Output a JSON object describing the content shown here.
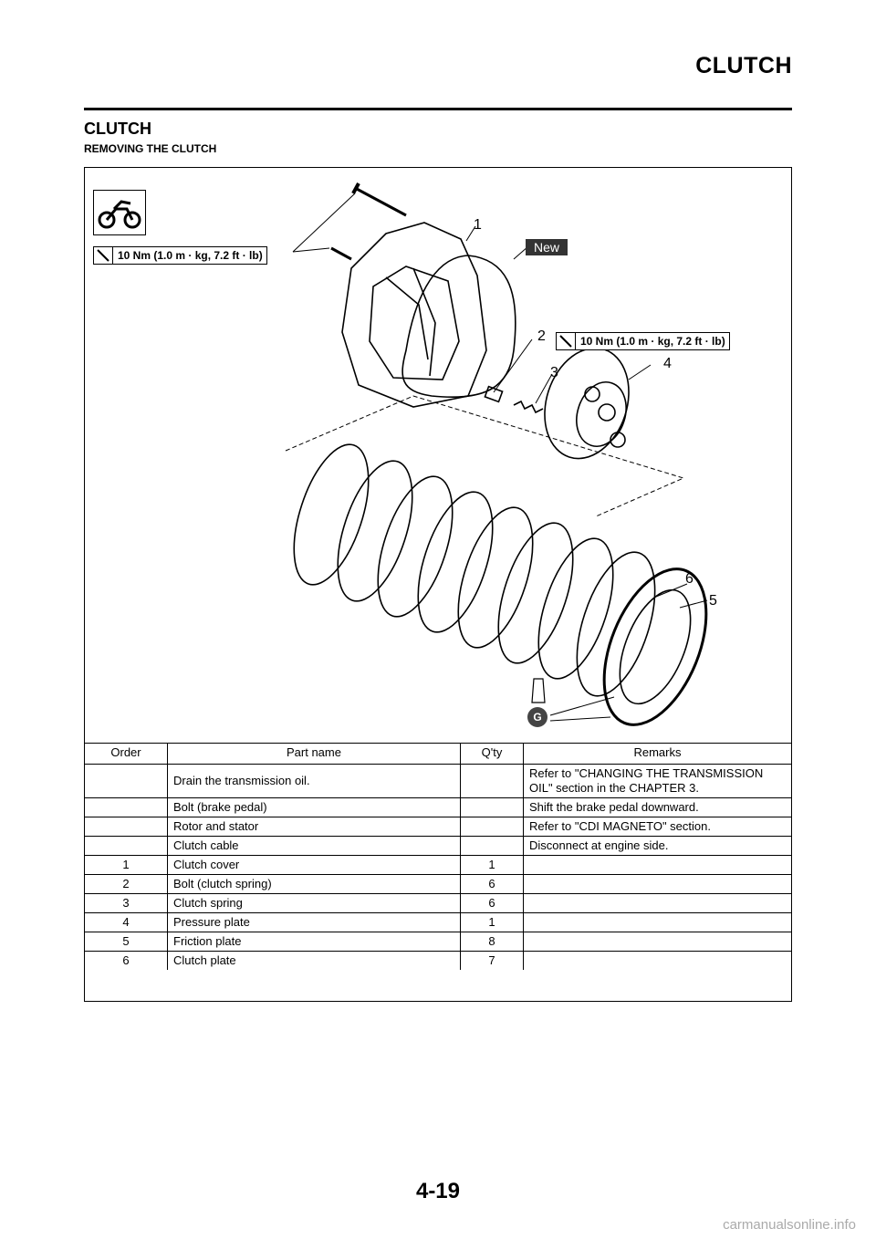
{
  "header": {
    "title": "CLUTCH"
  },
  "section": {
    "title": "CLUTCH",
    "subtitle": "REMOVING THE CLUTCH"
  },
  "figure": {
    "torque_left": "10 Nm (1.0 m · kg, 7.2 ft · lb)",
    "torque_right": "10 Nm (1.0 m · kg, 7.2 ft · lb)",
    "new_label": "New",
    "grease_label": "G",
    "callouts": [
      "1",
      "2",
      "3",
      "4",
      "5",
      "6"
    ],
    "icons": [
      "motorcycle-icon",
      "wrench-icon",
      "grease-tube-icon"
    ]
  },
  "table": {
    "headers": [
      "Order",
      "Part name",
      "Q'ty",
      "Remarks"
    ],
    "rows": [
      [
        "",
        "Drain the transmission oil.",
        "",
        "Refer to \"CHANGING THE TRANSMISSION OIL\" section in the CHAPTER 3."
      ],
      [
        "",
        "Bolt (brake pedal)",
        "",
        "Shift the brake pedal downward."
      ],
      [
        "",
        "Rotor and stator",
        "",
        "Refer to \"CDI MAGNETO\" section."
      ],
      [
        "",
        "Clutch cable",
        "",
        "Disconnect at engine side."
      ],
      [
        "1",
        "Clutch cover",
        "1",
        ""
      ],
      [
        "2",
        "Bolt (clutch spring)",
        "6",
        ""
      ],
      [
        "3",
        "Clutch spring",
        "6",
        ""
      ],
      [
        "4",
        "Pressure plate",
        "1",
        ""
      ],
      [
        "5",
        "Friction plate",
        "8",
        ""
      ],
      [
        "6",
        "Clutch plate",
        "7",
        ""
      ]
    ]
  },
  "footer": {
    "page_number": "4-19",
    "watermark": "carmanualsonline.info"
  }
}
